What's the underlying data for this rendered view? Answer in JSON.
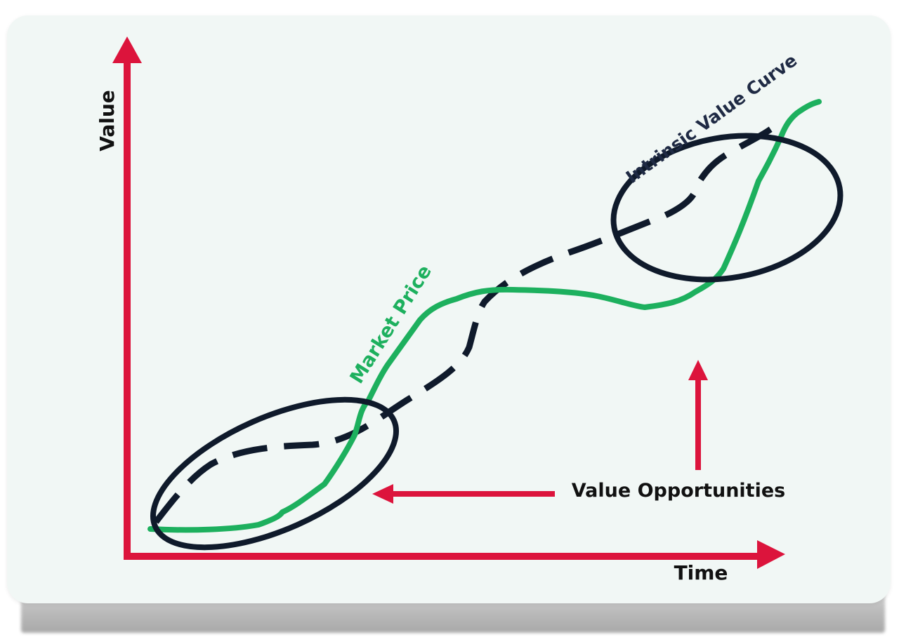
{
  "axes": {
    "y_label": "Value",
    "x_label": "Time"
  },
  "curves": {
    "market_price": {
      "label": "Market Price"
    },
    "intrinsic_value": {
      "label": "Intrinsic Value Curve"
    }
  },
  "callout": {
    "label": "Value Opportunities"
  },
  "colors": {
    "axis_red": "#dc143c",
    "market_green": "#1db05e",
    "intrinsic_navy": "#0f1a2b",
    "ellipse_navy": "#0f1a2b",
    "card_background": "#f1f7f5"
  }
}
